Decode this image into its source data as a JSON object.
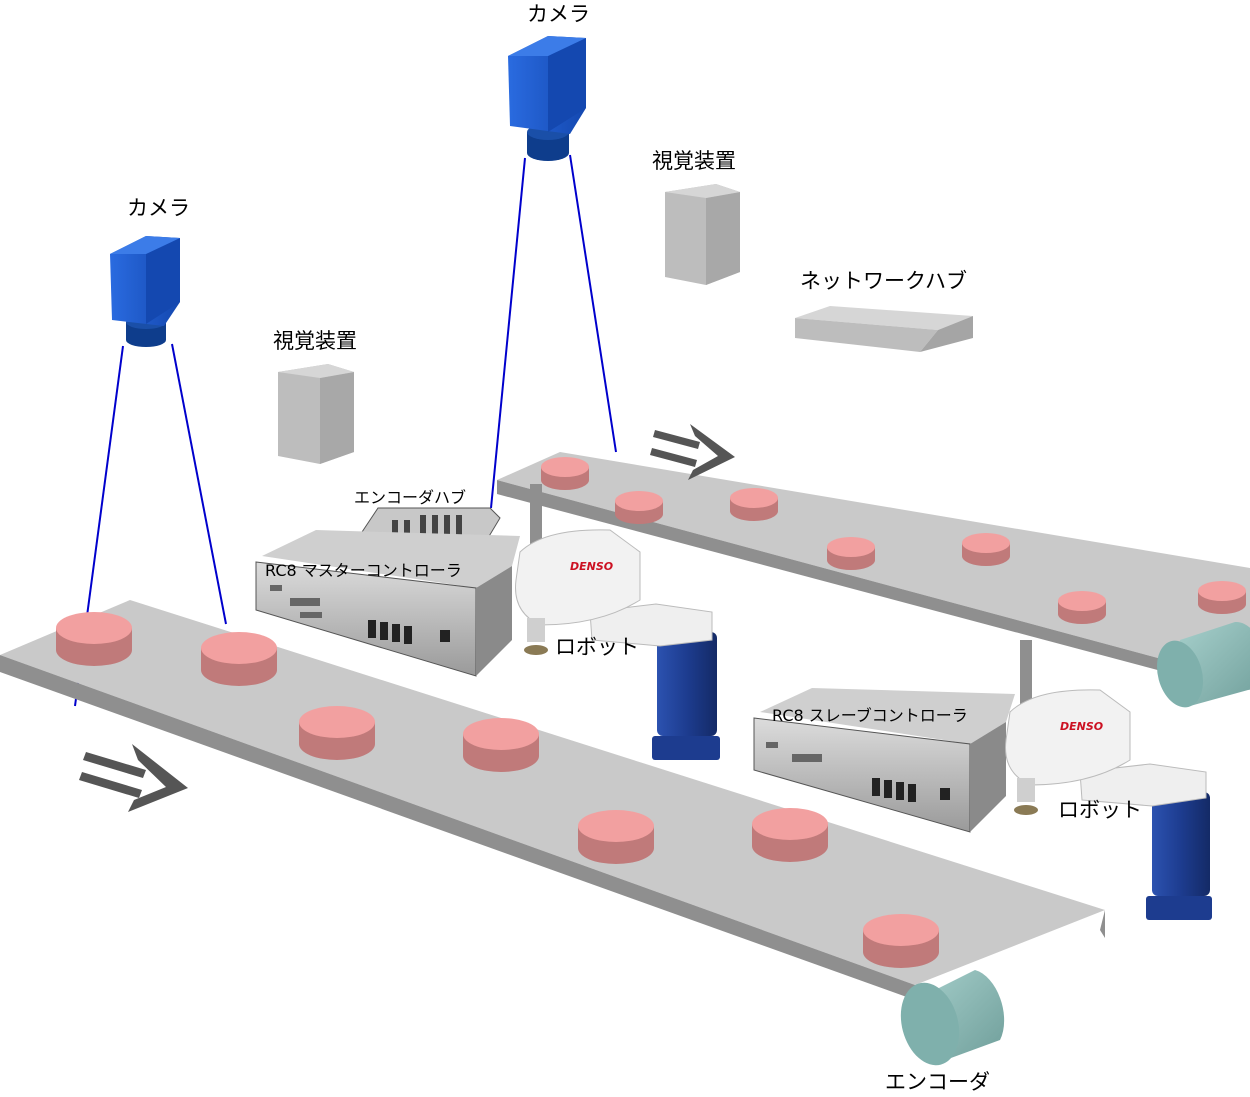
{
  "labels": {
    "camera_left": "カメラ",
    "camera_top": "カメラ",
    "vision_left": "視覚装置",
    "vision_right": "視覚装置",
    "network_hub": "ネットワークハブ",
    "encoder_hub": "エンコーダハブ",
    "master_controller": "RC8 マスターコントローラ",
    "slave_controller": "RC8 スレーブコントローラ",
    "robot_master": "ロボット",
    "robot_slave": "ロボット",
    "encoder": "エンコーダ"
  },
  "robot_brand": "DENSO",
  "colors": {
    "camera": "#1f5fd0",
    "camera_lens": "#0e3d8c",
    "sight_line": "#0000cc",
    "vision_box": "#c2c2c2",
    "conveyor_top": "#c9c9c9",
    "conveyor_side": "#8f8f8f",
    "workpiece_top": "#f2a0a0",
    "workpiece_side": "#c07a7a",
    "roller": "#89b8b4",
    "robot_base": "#1d3c8f",
    "arrow": "#555555"
  }
}
